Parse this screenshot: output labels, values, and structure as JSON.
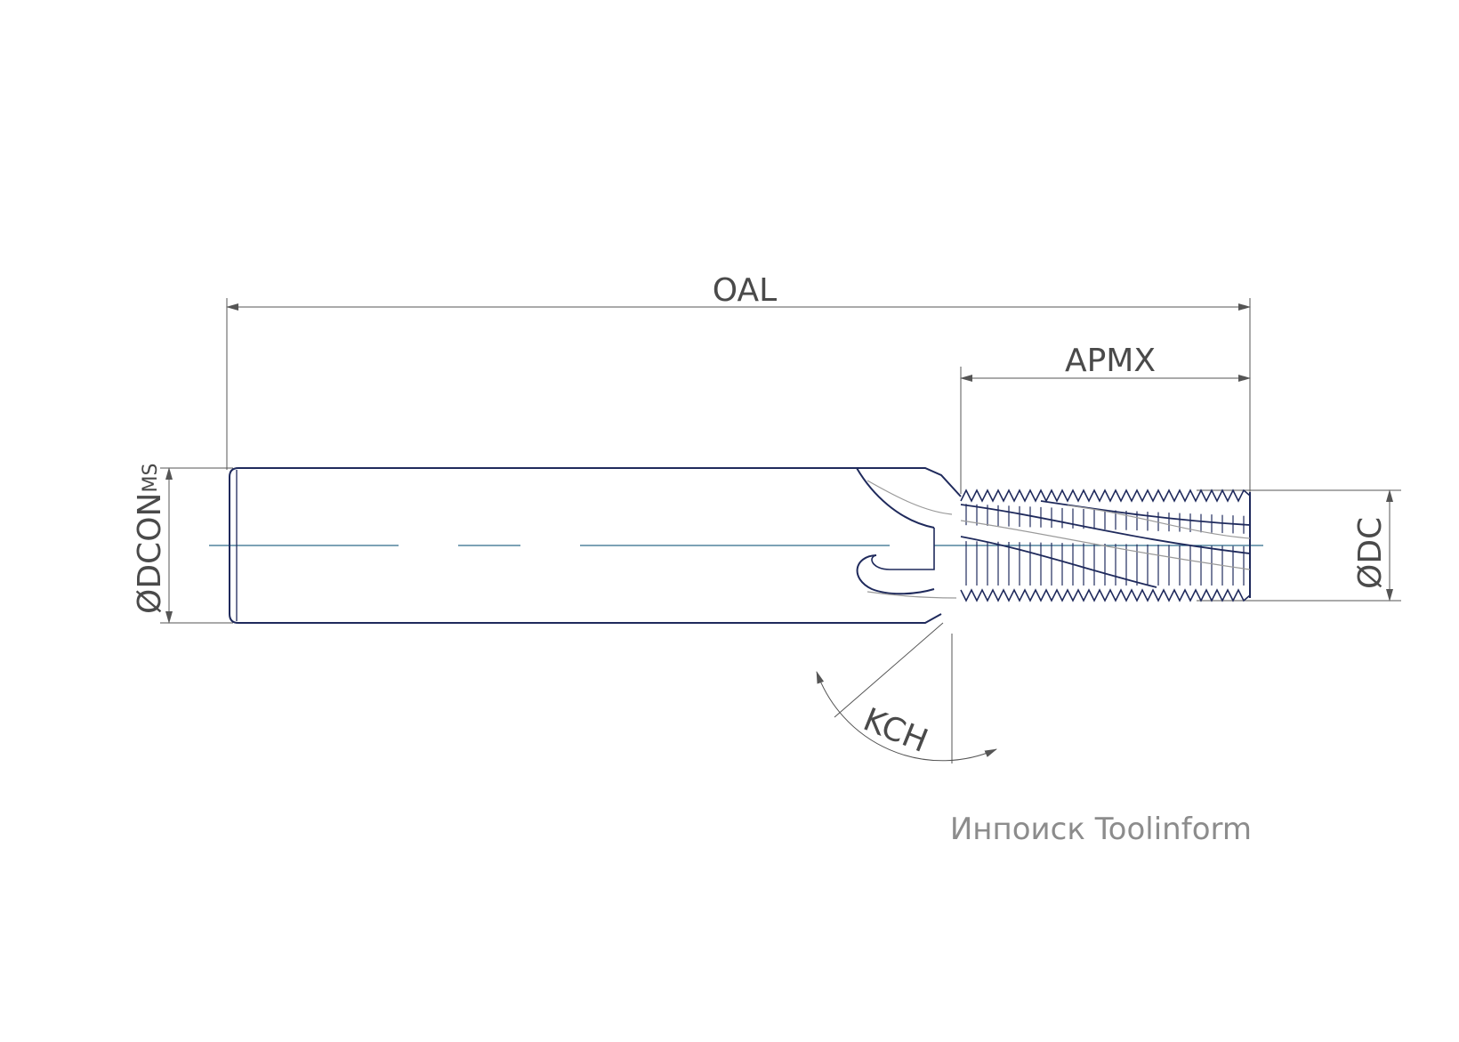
{
  "labels": {
    "oal": "OAL",
    "apmx": "APMX",
    "dconms_main": "ØDCON",
    "dconms_sub": "MS",
    "dc": "ØDC",
    "kch": "KCH"
  },
  "watermark": "Инпоиск Toolinform",
  "colors": {
    "outline": "#1f2a5c",
    "dimension": "#555555",
    "centerline": "#2e6b8a",
    "flute_shading": "#9a9a9a",
    "watermark": "#8c8c8c"
  }
}
